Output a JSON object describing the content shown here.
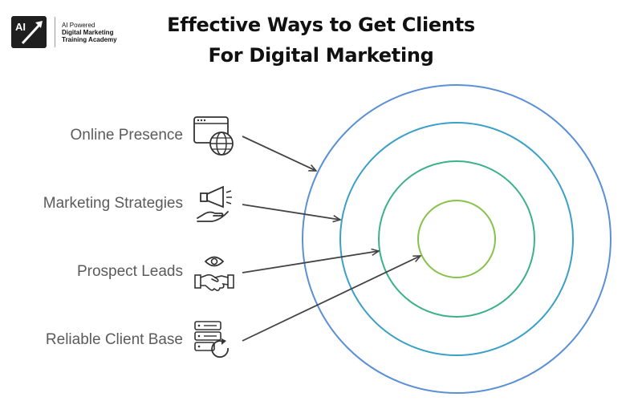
{
  "logo": {
    "badge_text": "AI",
    "line1": "AI Powered",
    "line2": "Digital Marketing",
    "line3": "Training Academy"
  },
  "title": {
    "line1": "Effective Ways to Get Clients",
    "line2": "For Digital Marketing"
  },
  "rings": [
    {
      "name": "outer",
      "color": "#5b8fd6"
    },
    {
      "name": "second",
      "color": "#3aa0c8"
    },
    {
      "name": "third",
      "color": "#3bb08a"
    },
    {
      "name": "center",
      "color": "#86c24a"
    }
  ],
  "items": [
    {
      "label": "Online Presence",
      "icon": "browser-globe-icon"
    },
    {
      "label": "Marketing Strategies",
      "icon": "megaphone-hand-icon"
    },
    {
      "label": "Prospect Leads",
      "icon": "eye-handshake-icon"
    },
    {
      "label": "Reliable Client Base",
      "icon": "database-refresh-icon"
    }
  ],
  "colors": {
    "arrow": "#444444",
    "label": "#5b5b5b",
    "icon": "#333333"
  }
}
